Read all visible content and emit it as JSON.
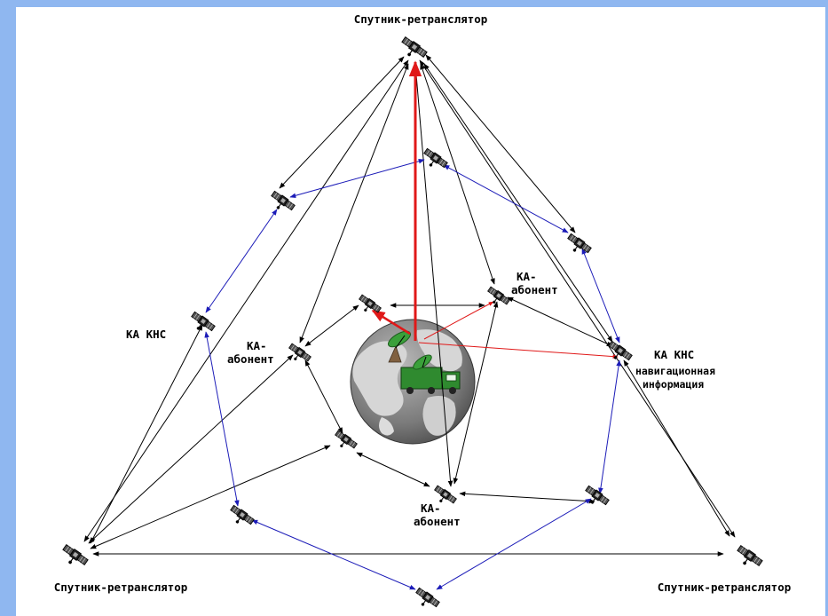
{
  "colors": {
    "frame": "#8fb7f0",
    "canvas": "#ffffff",
    "black_link": "#000000",
    "blue_link": "#1c1cb8",
    "red_link": "#e01818",
    "globe_ocean": "#7d7d7d",
    "globe_land": "#d6d6d6",
    "truck": "#2f8a2f",
    "antenna": "#806040"
  },
  "labels": {
    "relay_top": "Спутник-ретранслятор",
    "relay_left": "Спутник-ретранслятор",
    "relay_right": "Спутник-ретранслятор",
    "ka_kns_left": "КА КНС",
    "ka_kns_right": "КА КНС",
    "nav_info_line1": "навигационная",
    "nav_info_line2": "информация",
    "subscriber_left_line1": "КА-",
    "subscriber_left_line2": "абонент",
    "subscriber_right_line1": "КА-",
    "subscriber_right_line2": "абонент",
    "subscriber_bottom_line1": "КА-",
    "subscriber_bottom_line2": "абонент"
  },
  "icons": {
    "satellite": "satellite-icon",
    "earth": "earth-globe-icon",
    "ground_station": "ground-station-truck-icon"
  }
}
